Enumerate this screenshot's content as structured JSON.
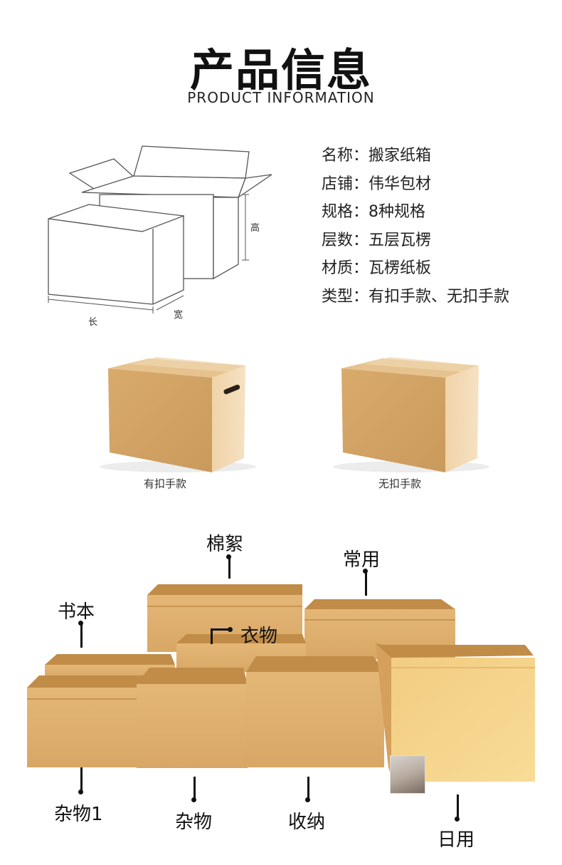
{
  "header": {
    "title_cn": "产品信息",
    "title_en": "PRODUCT INFORMATION"
  },
  "specs": [
    {
      "label": "名称：",
      "value": "搬家纸箱"
    },
    {
      "label": "店铺：",
      "value": "伟华包材"
    },
    {
      "label": "规格：",
      "value": "8种规格"
    },
    {
      "label": "层数：",
      "value": "五层瓦楞"
    },
    {
      "label": "材质：",
      "value": "瓦楞纸板"
    },
    {
      "label": "类型：",
      "value": "有扣手款、无扣手款"
    }
  ],
  "diagram": {
    "height_label": "高",
    "length_label": "长",
    "width_label": "宽"
  },
  "box_types": [
    {
      "label": "有扣手款"
    },
    {
      "label": "无扣手款"
    }
  ],
  "categories": {
    "cotton": "棉絮",
    "common": "常用",
    "books": "书本",
    "clothes": "衣物",
    "misc1": "杂物1",
    "misc": "杂物",
    "storage": "收纳",
    "daily": "日用"
  },
  "colors": {
    "cardboard": "#d9ad6e",
    "cardboard_light": "#e8c48a",
    "cardboard_dark": "#c79555",
    "text": "#111111"
  }
}
